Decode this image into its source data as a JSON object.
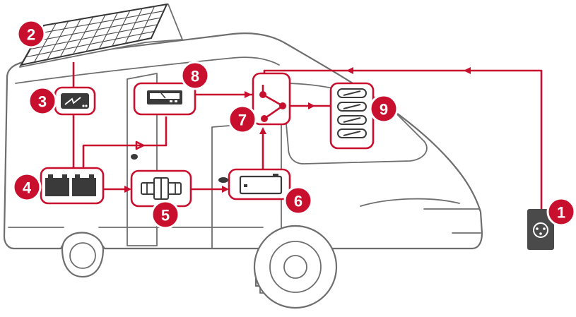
{
  "diagram": {
    "badges": [
      {
        "id": "1",
        "label": "1"
      },
      {
        "id": "2",
        "label": "2"
      },
      {
        "id": "3",
        "label": "3"
      },
      {
        "id": "4",
        "label": "4"
      },
      {
        "id": "5",
        "label": "5"
      },
      {
        "id": "6",
        "label": "6"
      },
      {
        "id": "7",
        "label": "7"
      },
      {
        "id": "8",
        "label": "8"
      },
      {
        "id": "9",
        "label": "9"
      }
    ],
    "colors": {
      "accent": "#c8102e",
      "outline": "#6e6e6e",
      "icon_dark": "#3a3a3a"
    },
    "icons": {
      "solar_panel": "solar-panel-icon",
      "charge_controller": "charge-controller-icon",
      "batteries": "battery-bank-icon",
      "battery_separator": "fuse-icon",
      "charger": "charger-icon",
      "distribution": "distribution-switch-icon",
      "monitor": "battery-monitor-icon",
      "consumers": "consumer-switches-icon",
      "shore_power": "shore-power-socket-icon"
    }
  }
}
